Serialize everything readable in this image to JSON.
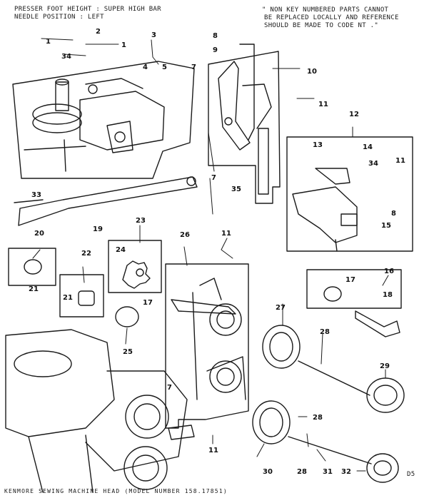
{
  "header": {
    "presser_line": "PRESSER FOOT HEIGHT : SUPER HIGH BAR",
    "needle_line": "NEEDLE POSITION : LEFT"
  },
  "notice": {
    "line1": "\" NON KEY NUMBERED PARTS CANNOT",
    "line2": "BE REPLACED LOCALLY AND REFERENCE",
    "line3": "SHOULD BE MADE TO CODE NT .\""
  },
  "footer": {
    "caption": "KENMORE SEWING MACHINE HEAD (MODEL NUMBER 158.17851)",
    "page_code": "D5"
  },
  "callouts": [
    "1",
    "2",
    "1",
    "34",
    "3",
    "4",
    "5",
    "7",
    "8",
    "9",
    "10",
    "11",
    "12",
    "13",
    "14",
    "11",
    "34",
    "8",
    "15",
    "7",
    "35",
    "33",
    "19",
    "20",
    "21",
    "22",
    "21",
    "23",
    "24",
    "26",
    "11",
    "16",
    "17",
    "18",
    "17",
    "25",
    "27",
    "28",
    "29",
    "7",
    "28",
    "11",
    "30",
    "28",
    "31",
    "32"
  ],
  "colors": {
    "ink": "#1a1a1a",
    "paper": "#ffffff"
  }
}
